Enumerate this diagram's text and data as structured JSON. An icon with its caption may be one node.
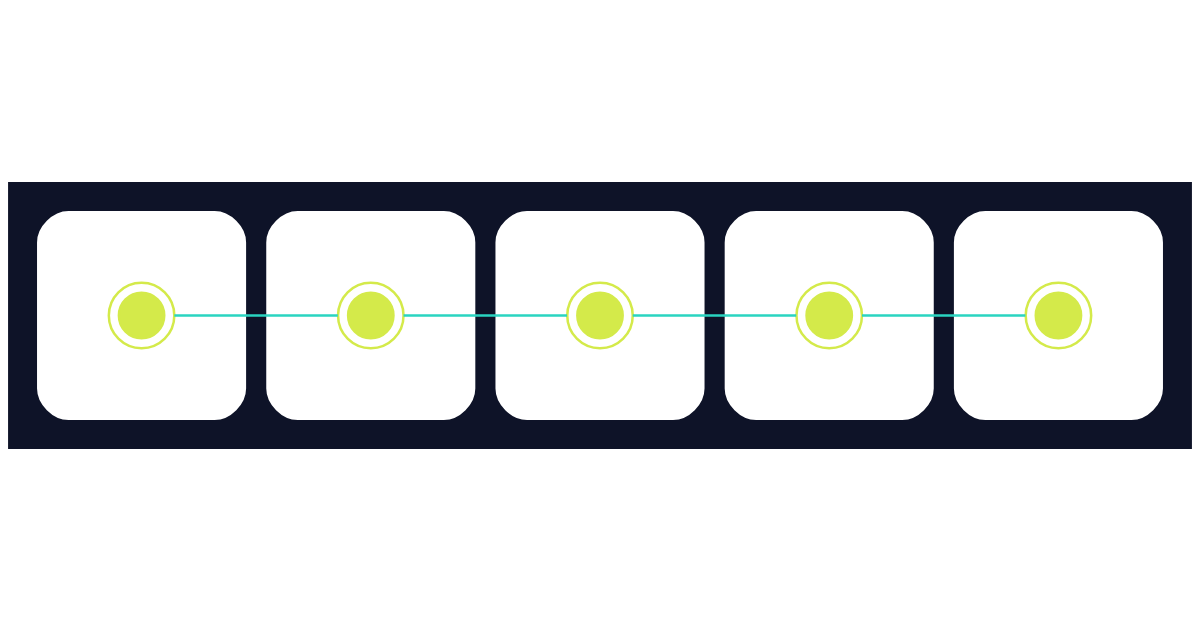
{
  "diagram": {
    "nodes": [
      {
        "text": [],
        "shape": "box"
      },
      {
        "text": [],
        "shape": "box"
      },
      {
        "text": [],
        "shape": "box"
      },
      {
        "text": [],
        "shape": "box"
      },
      {
        "text": [],
        "shape": "box"
      },
      {
        "text": [],
        "shape": "circle",
        "in": 0
      },
      {
        "text": [],
        "shape": "circle",
        "in": 1
      },
      {
        "text": [],
        "shape": "circle",
        "in": 2
      },
      {
        "text": [],
        "shape": "circle",
        "in": 3
      },
      {
        "text": [],
        "shape": "circle",
        "in": 4
      }
    ],
    "edges": [
      {
        "from": 5,
        "to": 6,
        "arrow": "none"
      },
      {
        "from": 6,
        "to": 7,
        "arrow": "none"
      },
      {
        "from": 7,
        "to": 8,
        "arrow": "none"
      },
      {
        "from": 8,
        "to": 9,
        "arrow": "none"
      }
    ]
  }
}
